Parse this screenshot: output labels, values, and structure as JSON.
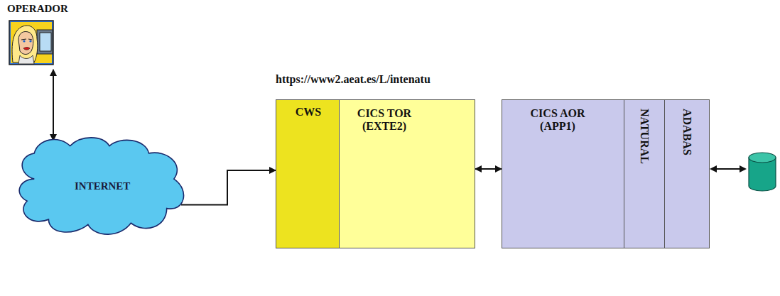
{
  "diagram": {
    "nodes": [
      {
        "text": [
          "OPERADOR"
        ]
      },
      {
        "text": [
          "INTERNET"
        ]
      },
      {
        "text": [
          "CWS"
        ]
      },
      {
        "text": [
          "CICS TOR (EXTE2)"
        ]
      },
      {
        "text": [
          "CICS AOR (APP1)"
        ]
      },
      {
        "text": [
          "NATURAL"
        ]
      },
      {
        "text": [
          "ADABAS"
        ]
      }
    ],
    "edges": [
      {
        "from": 0,
        "to": 1,
        "arrow": "both"
      },
      {
        "from": 1,
        "to": 2,
        "arrow": "to"
      },
      {
        "from": 3,
        "to": 4,
        "arrow": "both"
      }
    ],
    "labels": [
      "https://www2.aeat.es/L/intenatu"
    ]
  }
}
